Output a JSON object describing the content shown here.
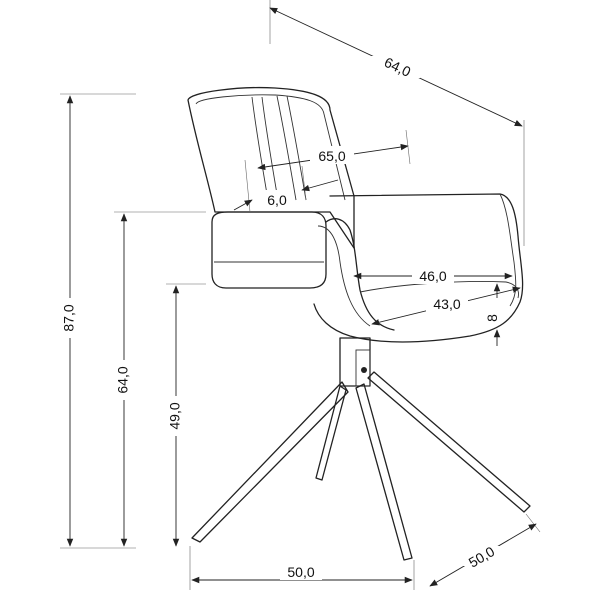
{
  "dimensions": {
    "depth_overall": "64,0",
    "back_width": "65,0",
    "back_channel": "6,0",
    "seat_width": "46,0",
    "seat_depth": "43,0",
    "seat_tilt": "8",
    "height_overall": "87,0",
    "armrest_height": "64,0",
    "seat_height": "49,0",
    "base_width": "50,0",
    "base_depth": "50,0"
  },
  "colors": {
    "line": "#222222",
    "background": "#ffffff"
  }
}
